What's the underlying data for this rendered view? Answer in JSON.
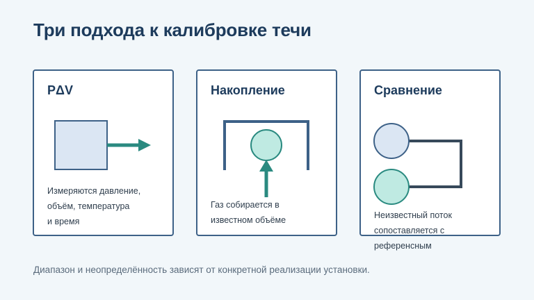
{
  "title": "Три подхода к калибровке течи",
  "cards": [
    {
      "title": "PΔV",
      "lines": [
        "Измеряются давление,",
        "объём, температура",
        "и время"
      ]
    },
    {
      "title": "Накопление",
      "lines": [
        "Газ собирается в",
        "известном объёме"
      ]
    },
    {
      "title": "Сравнение",
      "lines": [
        "Неизвестный поток",
        "сопоставляется с",
        "референсным"
      ]
    }
  ],
  "footer": "Диапазон и неопределённость зависят от конкретной реализации установки.",
  "colors": {
    "border": "#3d6187",
    "title": "#1d3b5c",
    "teal": "#2a8a80",
    "light_blue": "#dbe6f3",
    "mint": "#bfeae2",
    "dark_line": "#37495a"
  }
}
